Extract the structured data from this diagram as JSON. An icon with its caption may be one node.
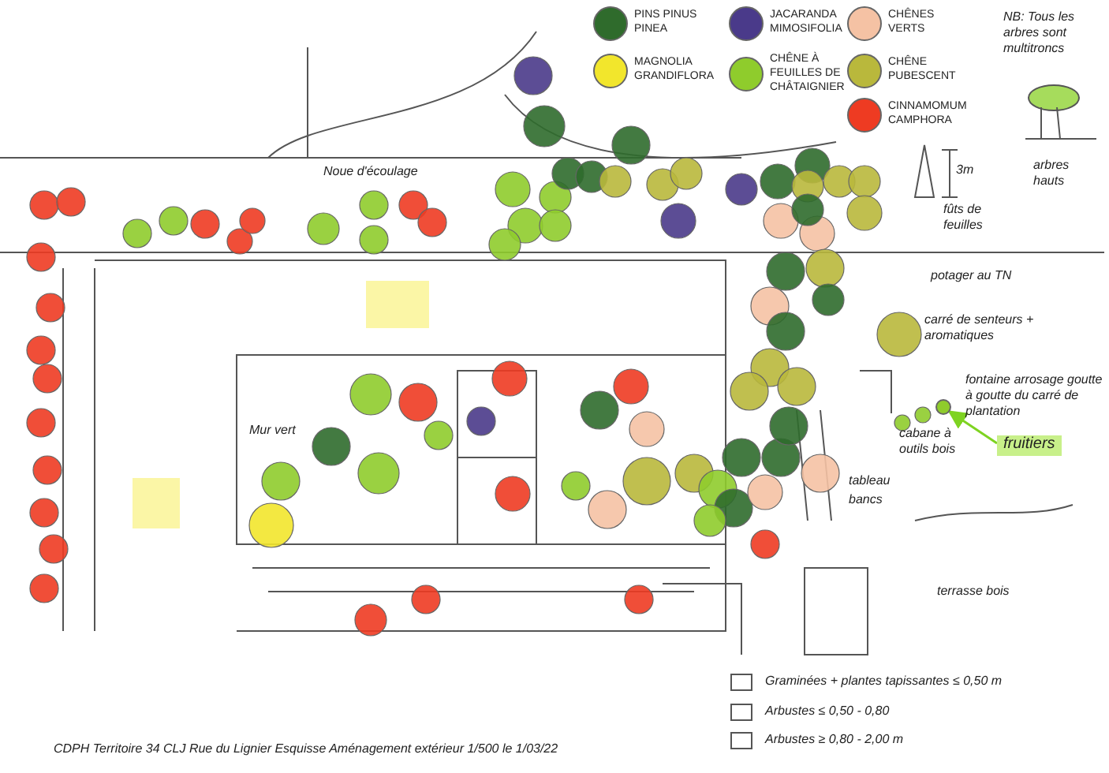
{
  "diagram": {
    "nodes": [
      {
        "text": [
          "fruitiers"
        ]
      },
      {
        "text": [],
        "shape": "circle"
      }
    ],
    "edges": [
      {
        "from": 0,
        "to": 1,
        "arrow": "to",
        "color": "#7ed321"
      }
    ],
    "labels": [
      "NB: Tous les arbres sont multitroncs",
      "3m",
      "fûts de feuilles",
      "arbres hauts",
      "Noue d'écoulage",
      "Mur vert",
      "potager au TN",
      "carré de senteurs + aromatiques",
      "fontaine arrosage goutte à goutte du carré de plantation",
      "cabane à outils bois",
      "tableau",
      "bancs",
      "terrasse bois",
      "CDPH Territoire 34 CLJ Rue du Lignier Esquisse Aménagement extérieur 1/500 le 1/03/22"
    ],
    "legend": [
      {
        "text": "PINS PINUS PINEA",
        "color": "#2f6b2c"
      },
      {
        "text": "JACARANDA MIMOSIFOLIA",
        "color": "#4a3a8a"
      },
      {
        "text": "CHÊNES VERTS",
        "color": "#f5c2a4"
      },
      {
        "text": "MAGNOLIA GRANDIFLORA",
        "color": "#f2e62c"
      },
      {
        "text": "CHÊNE À FEUILLES DE CHÂTAIGNIER",
        "color": "#8fcc2c"
      },
      {
        "text": "CHÊNE PUBESCENT",
        "color": "#b9b83c"
      },
      {
        "text": "CINNAMOMUM CAMPHORA",
        "color": "#ee3b22"
      },
      {
        "text": "Graminées + plantes tapissantes ≤ 0,50 m"
      },
      {
        "text": "Arbustes ≤ 0,50 - 0,80"
      },
      {
        "text": "Arbustes ≥ 0,80 - 2,00 m"
      }
    ]
  }
}
